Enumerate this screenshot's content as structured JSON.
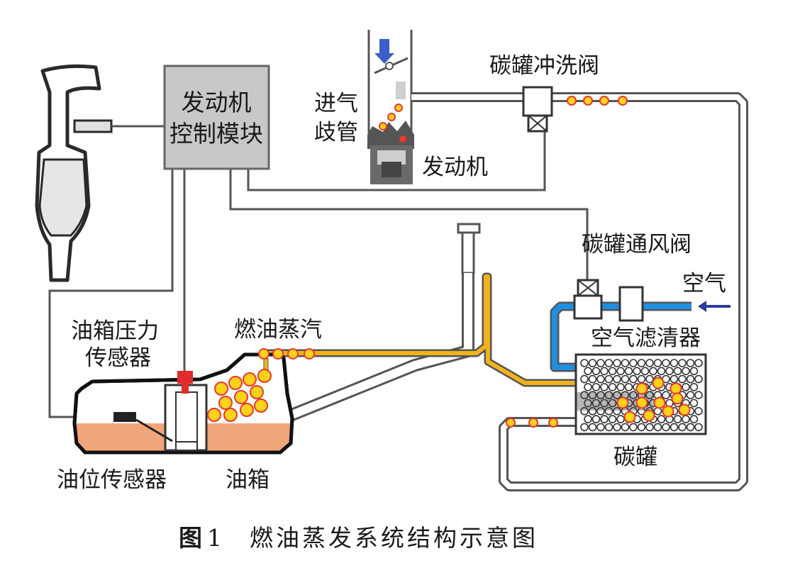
{
  "labels": {
    "ecm_line1": "发动机",
    "ecm_line2": "控制模块",
    "intake_line1": "进气",
    "intake_line2": "歧管",
    "engine": "发动机",
    "purge_valve": "碳罐冲洗阀",
    "vent_valve": "碳罐通风阀",
    "air": "空气",
    "air_filter": "空气滤清器",
    "canister": "碳罐",
    "tank_pressure_line1": "油箱压力",
    "tank_pressure_line2": "传感器",
    "fuel_vapor": "燃油蒸汽",
    "fuel_level_sensor": "油位传感器",
    "fuel_tank": "油箱"
  },
  "caption": {
    "prefix": "图",
    "number": "1",
    "title": "燃油蒸发系统结构示意图"
  },
  "colors": {
    "vapor_pipe": "#f2b21c",
    "vapor_bubble": "#ffd21a",
    "bubble_ring": "#e8382d",
    "air_pipe": "#1f8fe0",
    "fuel": "#f0a57a",
    "ecm_box": "#c8c8c8",
    "wire": "#555555",
    "air_arrow": "#2a3d9a"
  }
}
